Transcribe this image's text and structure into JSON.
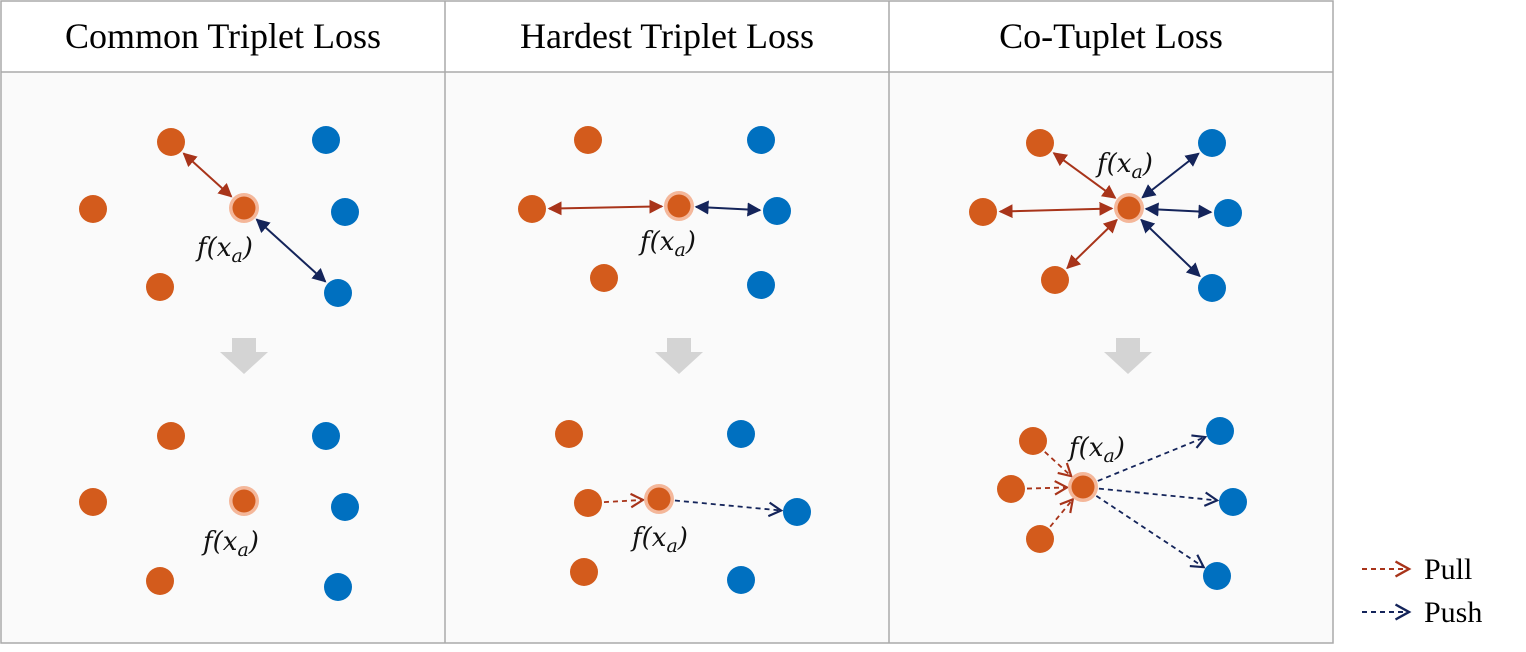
{
  "colors": {
    "orange": "#D35B1C",
    "blue": "#0070C0",
    "pull": "#A8341A",
    "push": "#14245A",
    "anchor_halo": "#F4B79A",
    "shift_arrow": "#D4D4D4",
    "panel_bg": "#FAFAFA",
    "panel_border": "#AAAAAA"
  },
  "panels": [
    {
      "title": "Common Triplet Loss"
    },
    {
      "title": "Hardest Triplet Loss"
    },
    {
      "title": "Co-Tuplet Loss"
    }
  ],
  "anchor_label": "f(x_a)",
  "anchor_label_parts": {
    "func": "f",
    "open": "(",
    "var": "x",
    "sub": "a",
    "close": ")"
  },
  "legend": [
    {
      "label": "Pull",
      "style": "dashed",
      "color": "pull"
    },
    {
      "label": "Push",
      "style": "dashed",
      "color": "push"
    }
  ]
}
